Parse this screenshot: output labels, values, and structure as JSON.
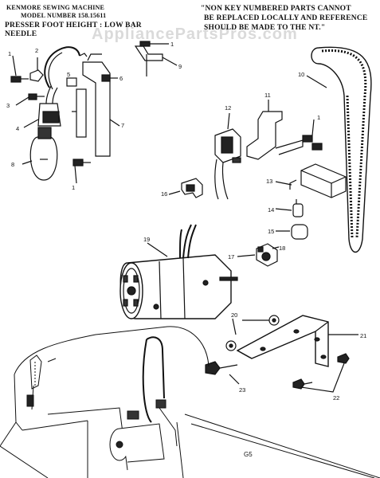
{
  "header_left": {
    "line1": "KENMORE SEWING MACHINE",
    "line2": "MODEL NUMBER 158.15611",
    "line3": "PRESSER FOOT HEIGHT : LOW BAR",
    "line4": "NEEDLE"
  },
  "header_right": {
    "line1": "\"NON KEY NUMBERED PARTS CANNOT",
    "line2": "BE REPLACED LOCALLY AND REFERENCE",
    "line3": "SHOULD BE MADE TO THE NT.\""
  },
  "watermark": "AppliancePartsPros.com",
  "page_label": "G5",
  "callouts": [
    "1",
    "2",
    "1",
    "9",
    "3",
    "5",
    "6",
    "4",
    "7",
    "8",
    "1",
    "10",
    "11",
    "12",
    "1",
    "13",
    "16",
    "14",
    "15",
    "19",
    "17",
    "18",
    "20",
    "21",
    "23",
    "22"
  ]
}
